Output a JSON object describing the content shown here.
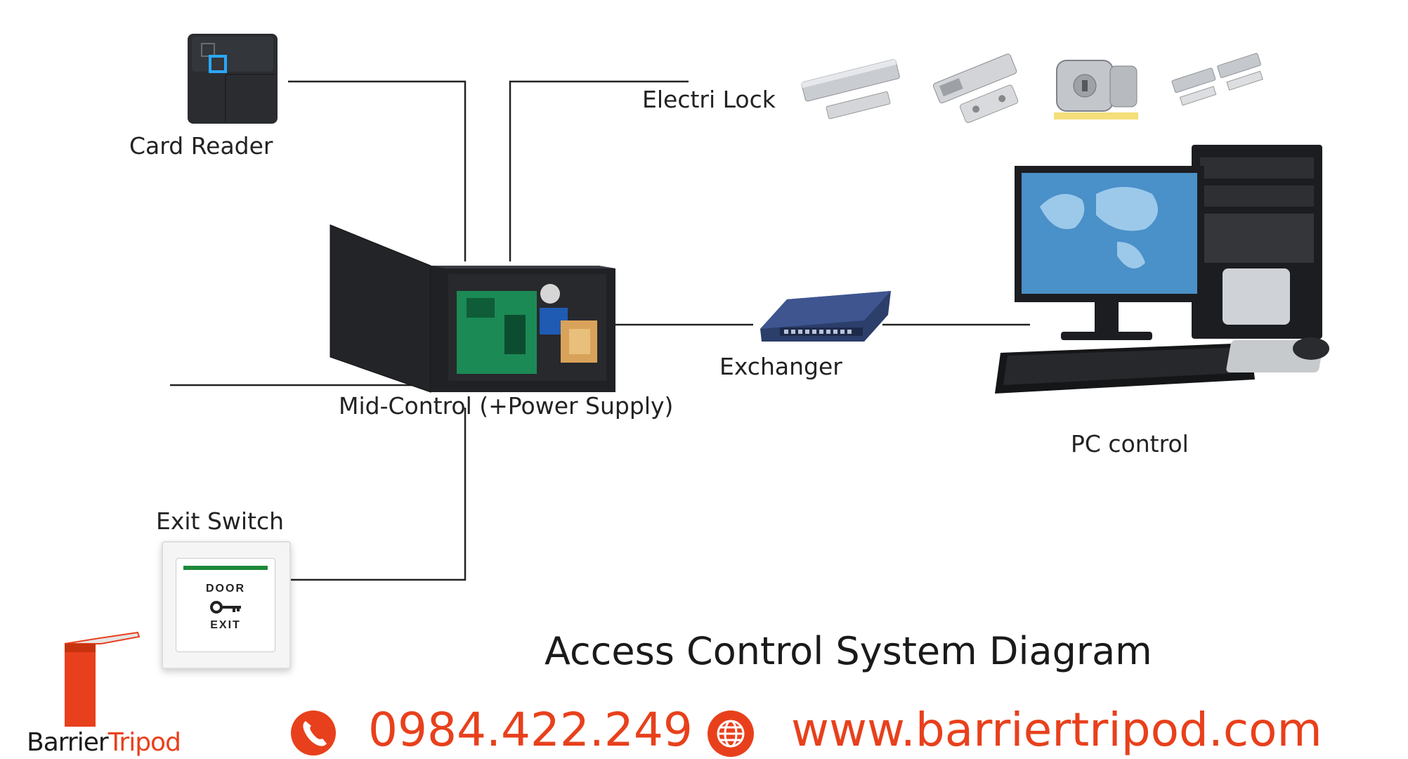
{
  "diagram": {
    "title": "Access Control System Diagram",
    "components": {
      "card_reader": "Card Reader",
      "electric_lock": "Electri Lock",
      "mid_control": "Mid-Control (+Power Supply)",
      "exchanger": "Exchanger",
      "pc_control": "PC control",
      "exit_switch": "Exit Switch"
    },
    "exit_button": {
      "top": "DOOR",
      "bottom": "EXIT"
    }
  },
  "footer": {
    "phone": "0984.422.249",
    "website": "www.barriertripod.com",
    "brand_left": "Barrier",
    "brand_right": "Tripod",
    "accent_color": "#e8401c"
  }
}
